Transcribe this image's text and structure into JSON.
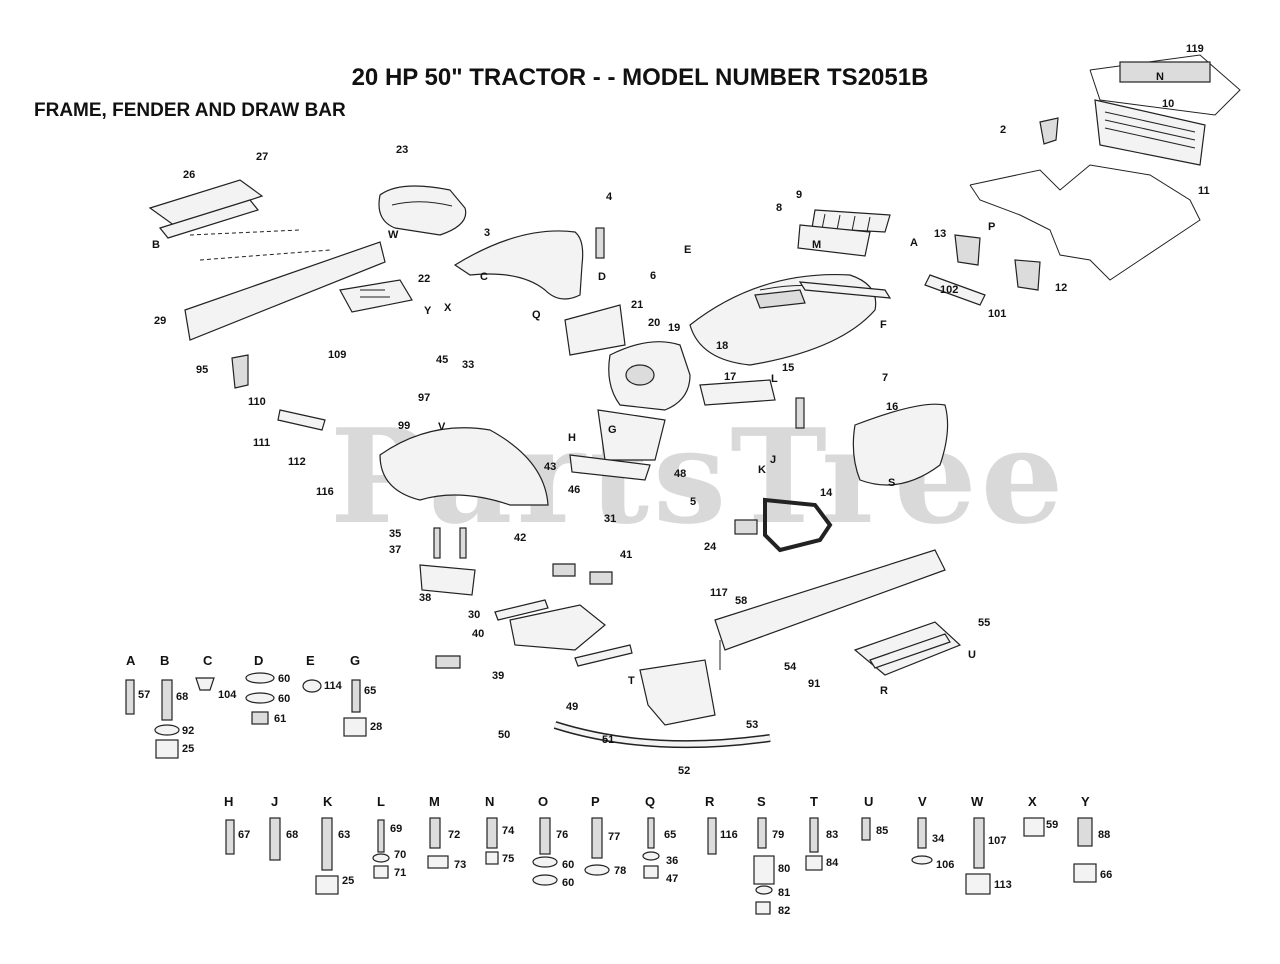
{
  "title": "20 HP 50\" TRACTOR - - MODEL NUMBER TS2051B",
  "subtitle": "FRAME, FENDER AND DRAW BAR",
  "watermark": "PartsTree",
  "callouts": [
    "119",
    "10",
    "2",
    "11",
    "27",
    "26",
    "23",
    "4",
    "3",
    "9",
    "8",
    "13",
    "12",
    "29",
    "22",
    "21",
    "20",
    "19",
    "18",
    "17",
    "15",
    "16",
    "102",
    "101",
    "95",
    "109",
    "97",
    "110",
    "111",
    "112",
    "99",
    "116",
    "43",
    "46",
    "48",
    "14",
    "6",
    "5",
    "7",
    "33",
    "45",
    "31",
    "24",
    "35",
    "37",
    "42",
    "41",
    "38",
    "30",
    "40",
    "117",
    "58",
    "39",
    "55",
    "54",
    "91",
    "49",
    "50",
    "51",
    "52",
    "53",
    "A",
    "B",
    "C",
    "D",
    "E",
    "F",
    "G",
    "H",
    "J",
    "K",
    "L",
    "M",
    "N",
    "P",
    "Q",
    "R",
    "S",
    "T",
    "U",
    "V",
    "W",
    "X",
    "Y"
  ],
  "hardware_row_1": [
    {
      "key": "A",
      "parts": [
        "57"
      ]
    },
    {
      "key": "B",
      "parts": [
        "68",
        "92",
        "25"
      ]
    },
    {
      "key": "C",
      "parts": [
        "104"
      ]
    },
    {
      "key": "D",
      "parts": [
        "60",
        "60",
        "61"
      ]
    },
    {
      "key": "E",
      "parts": [
        "114"
      ]
    },
    {
      "key": "G",
      "parts": [
        "65",
        "28"
      ]
    }
  ],
  "hardware_row_2": [
    {
      "key": "H",
      "parts": [
        "67"
      ]
    },
    {
      "key": "J",
      "parts": [
        "68"
      ]
    },
    {
      "key": "K",
      "parts": [
        "63",
        "25"
      ]
    },
    {
      "key": "L",
      "parts": [
        "69",
        "70",
        "71"
      ]
    },
    {
      "key": "M",
      "parts": [
        "72",
        "73"
      ]
    },
    {
      "key": "N",
      "parts": [
        "74",
        "75"
      ]
    },
    {
      "key": "O",
      "parts": [
        "76",
        "60",
        "60"
      ]
    },
    {
      "key": "P",
      "parts": [
        "77",
        "78"
      ]
    },
    {
      "key": "Q",
      "parts": [
        "65",
        "36",
        "47"
      ]
    },
    {
      "key": "R",
      "parts": [
        "116"
      ]
    },
    {
      "key": "S",
      "parts": [
        "79",
        "80",
        "81",
        "82"
      ]
    },
    {
      "key": "T",
      "parts": [
        "83",
        "84"
      ]
    },
    {
      "key": "U",
      "parts": [
        "85"
      ]
    },
    {
      "key": "V",
      "parts": [
        "34",
        "106"
      ]
    },
    {
      "key": "W",
      "parts": [
        "107",
        "113"
      ]
    },
    {
      "key": "X",
      "parts": [
        "59"
      ]
    },
    {
      "key": "Y",
      "parts": [
        "88",
        "66"
      ]
    }
  ]
}
